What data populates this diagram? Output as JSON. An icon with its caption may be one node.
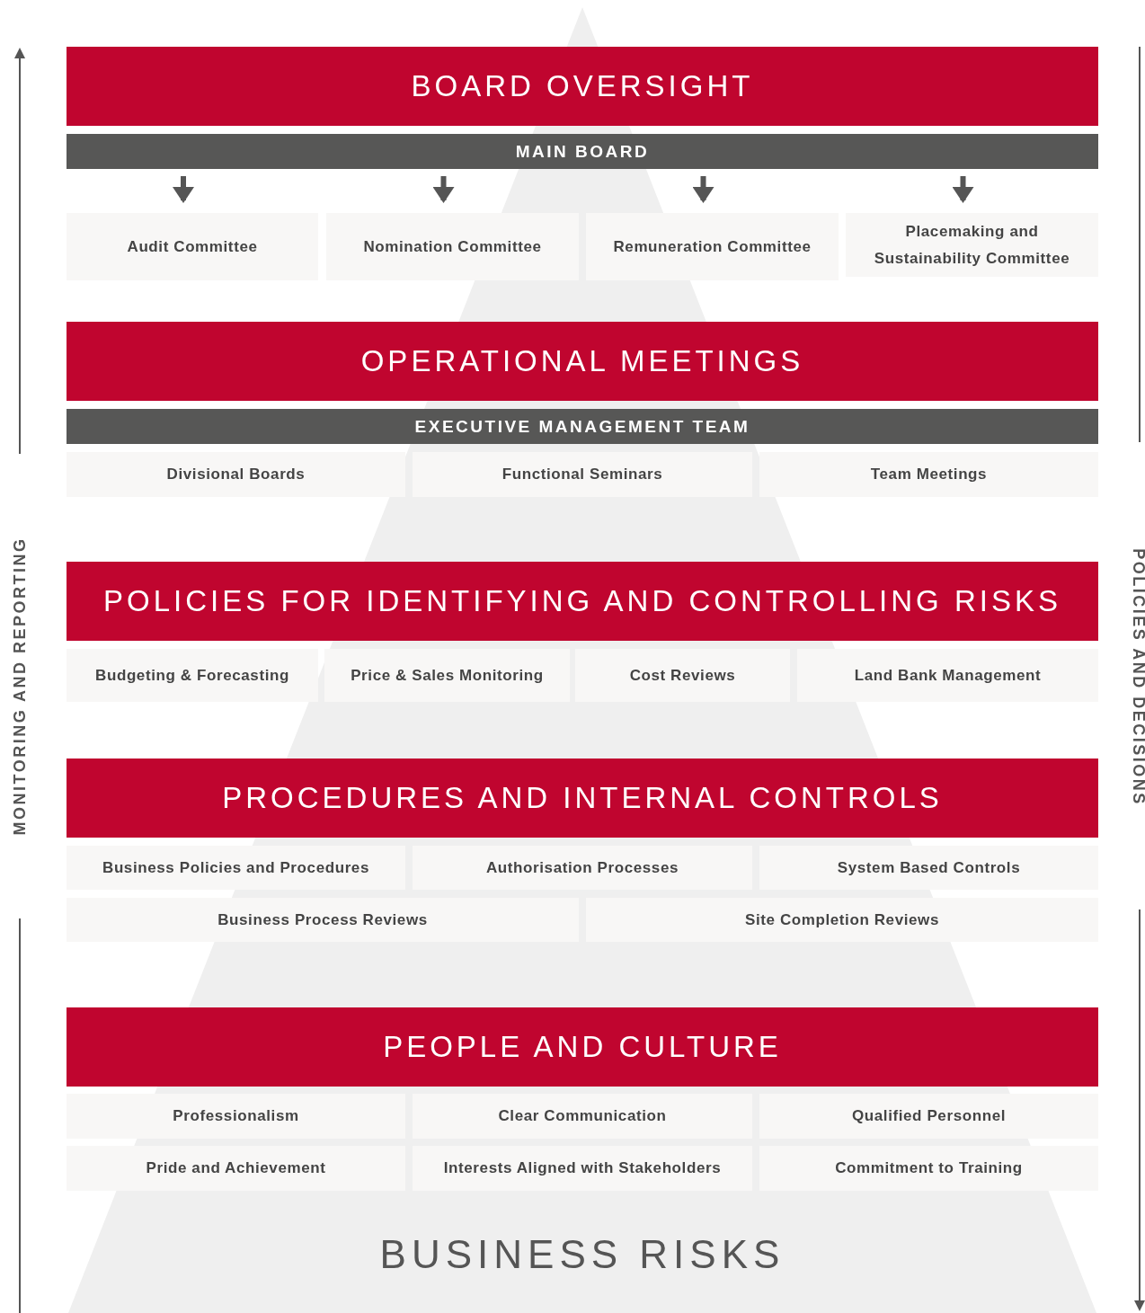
{
  "diagram": {
    "nodes": [
      {
        "text": [
          "BOARD OVERSIGHT"
        ]
      },
      {
        "text": [
          "MAIN BOARD"
        ]
      },
      {
        "text": [
          "Audit Committee"
        ]
      },
      {
        "text": [
          "Nomination Committee"
        ]
      },
      {
        "text": [
          "Remuneration Committee"
        ]
      },
      {
        "text": [
          "Placemaking and Sustainability Committee"
        ]
      },
      {
        "text": [
          "OPERATIONAL MEETINGS"
        ]
      },
      {
        "text": [
          "EXECUTIVE MANAGEMENT TEAM"
        ]
      },
      {
        "text": [
          "Divisional Boards"
        ]
      },
      {
        "text": [
          "Functional Seminars"
        ]
      },
      {
        "text": [
          "Team Meetings"
        ]
      },
      {
        "text": [
          "POLICIES FOR IDENTIFYING AND CONTROLLING RISKS"
        ]
      },
      {
        "text": [
          "Budgeting & Forecasting"
        ]
      },
      {
        "text": [
          "Price & Sales Monitoring"
        ]
      },
      {
        "text": [
          "Cost Reviews"
        ]
      },
      {
        "text": [
          "Land Bank Management"
        ]
      },
      {
        "text": [
          "PROCEDURES AND INTERNAL CONTROLS"
        ]
      },
      {
        "text": [
          "Business Policies and Procedures"
        ]
      },
      {
        "text": [
          "Authorisation Processes"
        ]
      },
      {
        "text": [
          "System Based Controls"
        ]
      },
      {
        "text": [
          "Business Process Reviews"
        ]
      },
      {
        "text": [
          "Site Completion Reviews"
        ]
      },
      {
        "text": [
          "PEOPLE AND CULTURE"
        ]
      },
      {
        "text": [
          "Professionalism"
        ]
      },
      {
        "text": [
          "Clear Communication"
        ]
      },
      {
        "text": [
          "Qualified Personnel"
        ]
      },
      {
        "text": [
          "Pride and Achievement"
        ]
      },
      {
        "text": [
          "Interests Aligned with Stakeholders"
        ]
      },
      {
        "text": [
          "Commitment to Training"
        ]
      },
      {
        "text": [
          "BUSINESS RISKS"
        ]
      }
    ],
    "edges": [
      {
        "from": 1,
        "to": 2,
        "arrow": "to"
      },
      {
        "from": 1,
        "to": 3,
        "arrow": "to"
      },
      {
        "from": 1,
        "to": 4,
        "arrow": "to"
      },
      {
        "from": 1,
        "to": 5,
        "arrow": "to"
      }
    ],
    "labels": [
      "MONITORING AND REPORTING",
      "POLICIES AND DECISIONS"
    ]
  }
}
